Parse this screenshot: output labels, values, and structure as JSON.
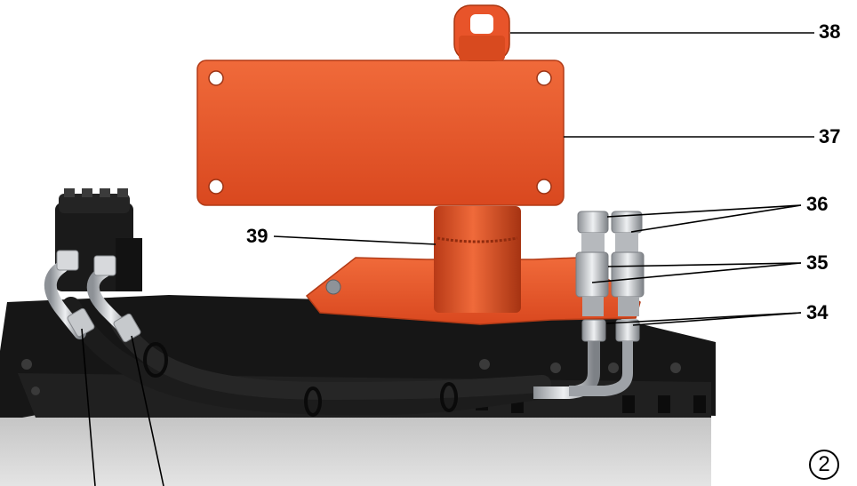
{
  "callouts": {
    "c34": "34",
    "c35": "35",
    "c36": "36",
    "c37": "37",
    "c38": "38",
    "c39": "39"
  },
  "figure_number": "2",
  "colors": {
    "bracket_orange": "#e8542a",
    "hose_black": "#1c1c1c",
    "steel": "#c9ccd0",
    "frame_black": "#161616",
    "floor_gray": "#d9d9d9"
  }
}
